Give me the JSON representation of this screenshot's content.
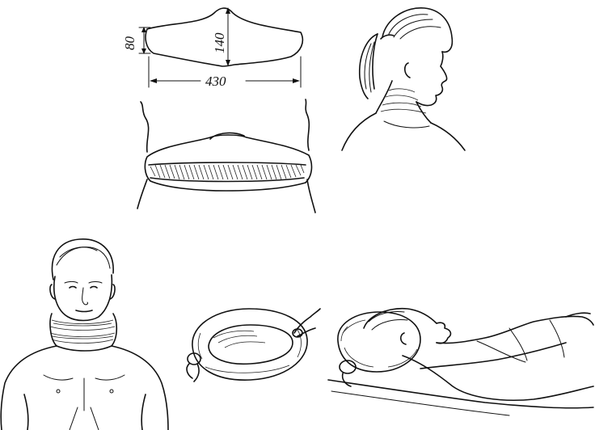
{
  "pattern": {
    "dimensions": {
      "side_height": "80",
      "center_height": "140",
      "width": "430"
    }
  },
  "colors": {
    "ink": "#111111",
    "background": "#ffffff"
  },
  "icons": {
    "pattern": "collar-pattern-drawing",
    "collar_side": "stuffed-collar-side-view",
    "woman": "woman-profile-with-collar",
    "man": "man-front-with-collar",
    "ring": "collar-tied-into-ring",
    "patient": "lying-patient-with-ring"
  }
}
